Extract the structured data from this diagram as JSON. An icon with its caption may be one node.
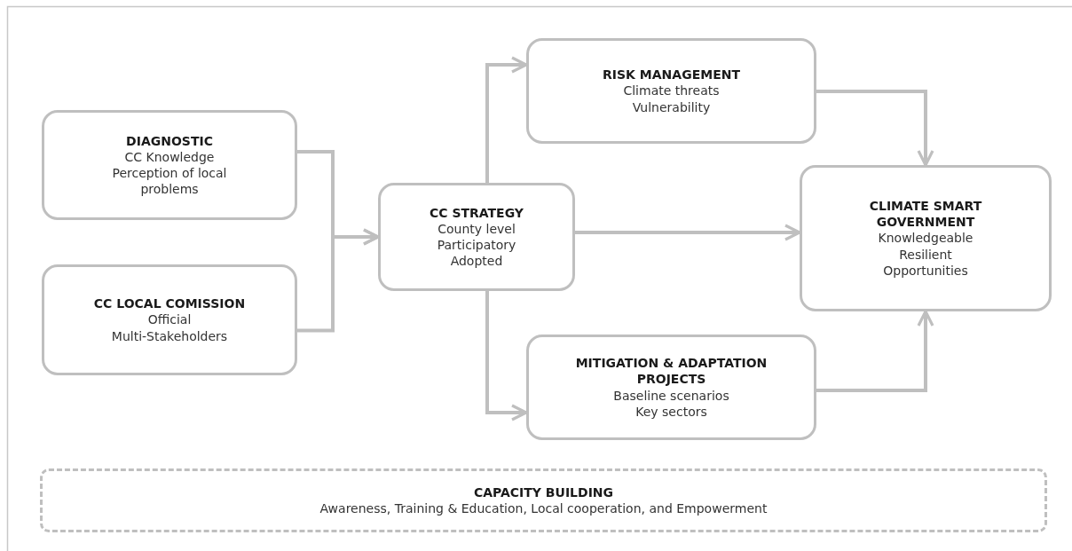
{
  "diagram": {
    "nodes": [
      {
        "text": [
          "DIAGNOSTIC",
          "CC Knowledge",
          "Perception of local problems"
        ]
      },
      {
        "text": [
          "CC LOCAL COMISSION",
          "Official",
          "Multi-Stakeholders"
        ]
      },
      {
        "text": [
          "CC STRATEGY",
          "County level",
          "Participatory",
          "Adopted"
        ]
      },
      {
        "text": [
          "RISK MANAGEMENT",
          "Climate threats",
          "Vulnerability"
        ]
      },
      {
        "text": [
          "CLIMATE SMART GOVERNMENT",
          "Knowledgeable",
          "Resilient",
          "Opportunities"
        ]
      },
      {
        "text": [
          "MITIGATION & ADAPTATION PROJECTS",
          "Baseline scenarios",
          "Key sectors"
        ]
      },
      {
        "text": [
          "CAPACITY BUILDING",
          "Awareness, Training & Education, Local cooperation, and Empowerment"
        ]
      }
    ],
    "edges": [
      {
        "from": 0,
        "to": 2,
        "arrow": "to"
      },
      {
        "from": 1,
        "to": 2,
        "arrow": "to"
      },
      {
        "from": 2,
        "to": 3,
        "arrow": "to"
      },
      {
        "from": 2,
        "to": 4,
        "arrow": "to"
      },
      {
        "from": 2,
        "to": 5,
        "arrow": "to"
      },
      {
        "from": 3,
        "to": 4,
        "arrow": "to"
      },
      {
        "from": 5,
        "to": 4,
        "arrow": "to"
      }
    ]
  }
}
